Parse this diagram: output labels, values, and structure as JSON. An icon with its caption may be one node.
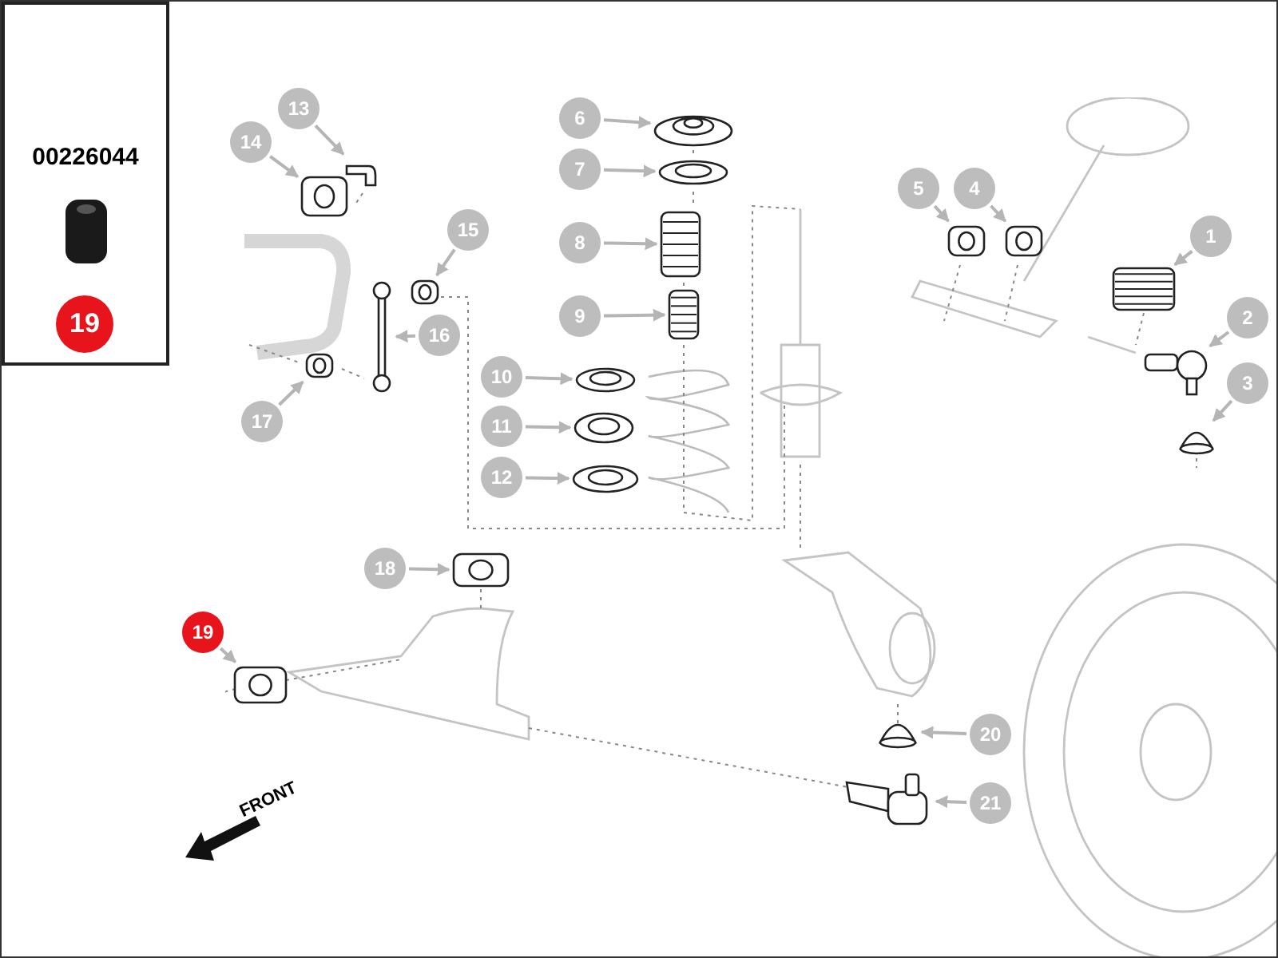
{
  "diagram": {
    "nodes": [
      {
        "text": [
          "00226044"
        ]
      },
      {
        "text": [],
        "shape": "picture",
        "in": 0
      },
      {
        "text": [
          "19"
        ],
        "in": 0
      },
      {
        "text": [
          "13"
        ]
      },
      {
        "text": [
          "14"
        ]
      },
      {
        "text": [
          "6"
        ]
      },
      {
        "text": [
          "7"
        ]
      },
      {
        "text": [
          "5"
        ]
      },
      {
        "text": [
          "4"
        ]
      },
      {
        "text": [
          "1"
        ]
      },
      {
        "text": [
          "15"
        ]
      },
      {
        "text": [
          "8"
        ]
      },
      {
        "text": [
          "9"
        ]
      },
      {
        "text": [
          "16"
        ]
      },
      {
        "text": [
          "2"
        ]
      },
      {
        "text": [
          "10"
        ]
      },
      {
        "text": [
          "3"
        ]
      },
      {
        "text": [
          "17"
        ]
      },
      {
        "text": [
          "11"
        ]
      },
      {
        "text": [
          "12"
        ]
      },
      {
        "text": [
          "18"
        ]
      },
      {
        "text": [
          "19"
        ]
      },
      {
        "text": [
          "20"
        ]
      },
      {
        "text": [
          "21"
        ]
      },
      {
        "text": [],
        "shape": "picture"
      },
      {
        "text": [],
        "shape": "picture"
      },
      {
        "text": [],
        "shape": "picture"
      },
      {
        "text": [],
        "shape": "picture"
      },
      {
        "text": [],
        "shape": "picture"
      },
      {
        "text": [],
        "shape": "picture"
      },
      {
        "text": [],
        "shape": "picture"
      },
      {
        "text": [],
        "shape": "picture"
      },
      {
        "text": [],
        "shape": "picture"
      },
      {
        "text": [],
        "shape": "picture"
      },
      {
        "text": [],
        "shape": "picture"
      },
      {
        "text": [],
        "shape": "picture"
      },
      {
        "text": [],
        "shape": "picture"
      },
      {
        "text": [],
        "shape": "picture"
      },
      {
        "text": [],
        "shape": "picture"
      },
      {
        "text": [],
        "shape": "picture"
      },
      {
        "text": [],
        "shape": "picture"
      },
      {
        "text": [],
        "shape": "picture"
      },
      {
        "text": [],
        "shape": "picture"
      },
      {
        "text": [],
        "shape": "picture"
      },
      {
        "text": [],
        "shape": "picture"
      }
    ],
    "edges": [
      {
        "from": 3,
        "to": 36,
        "arrow": "to"
      },
      {
        "from": 4,
        "to": 37,
        "arrow": "to"
      },
      {
        "from": 5,
        "to": 29,
        "arrow": "to"
      },
      {
        "from": 6,
        "to": 30,
        "arrow": "to"
      },
      {
        "from": 7,
        "to": 28,
        "arrow": "to"
      },
      {
        "from": 8,
        "to": 27,
        "arrow": "to"
      },
      {
        "from": 9,
        "to": 24,
        "arrow": "to"
      },
      {
        "from": 10,
        "to": 38,
        "arrow": "to"
      },
      {
        "from": 11,
        "to": 31,
        "arrow": "to"
      },
      {
        "from": 12,
        "to": 32,
        "arrow": "to"
      },
      {
        "from": 13,
        "to": 39,
        "arrow": "to"
      },
      {
        "from": 14,
        "to": 25,
        "arrow": "to"
      },
      {
        "from": 15,
        "to": 33,
        "arrow": "to"
      },
      {
        "from": 16,
        "to": 26,
        "arrow": "to"
      },
      {
        "from": 17,
        "to": 40,
        "arrow": "to"
      },
      {
        "from": 18,
        "to": 34,
        "arrow": "to"
      },
      {
        "from": 19,
        "to": 35,
        "arrow": "to"
      },
      {
        "from": 20,
        "to": 41,
        "arrow": "to"
      },
      {
        "from": 21,
        "to": 42,
        "arrow": "to"
      },
      {
        "from": 22,
        "to": 43,
        "arrow": "to"
      },
      {
        "from": 23,
        "to": 44,
        "arrow": "to"
      }
    ],
    "labels": [
      "FRONT"
    ]
  }
}
